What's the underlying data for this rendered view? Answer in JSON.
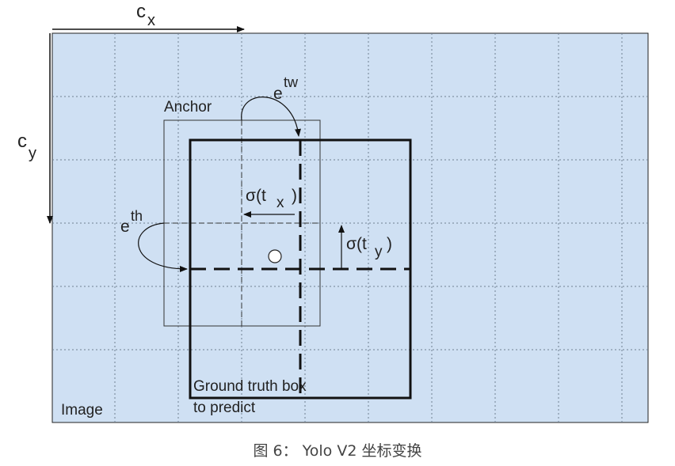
{
  "diagram": {
    "axis_x_label": "c",
    "axis_x_sub": "x",
    "axis_y_label": "c",
    "axis_y_sub": "y",
    "anchor_label": "Anchor",
    "etw_base": "e",
    "etw_sup": "tw",
    "eth_base": "e",
    "eth_sup": "th",
    "sigma_tx_main": "σ(t",
    "sigma_tx_sub": "x",
    "sigma_tx_close": ")",
    "sigma_ty_main": "σ(t",
    "sigma_ty_sub": "y",
    "sigma_ty_close": ")",
    "gt_label_line1": "Ground truth box",
    "gt_label_line2": "to predict",
    "image_label": "Image"
  },
  "caption": "图 6： Yolo V2 坐标变换",
  "colors": {
    "image_background": "#cfe0f3",
    "grid": "#6f7f90",
    "box": "#111111",
    "caption_text": "#444444"
  }
}
